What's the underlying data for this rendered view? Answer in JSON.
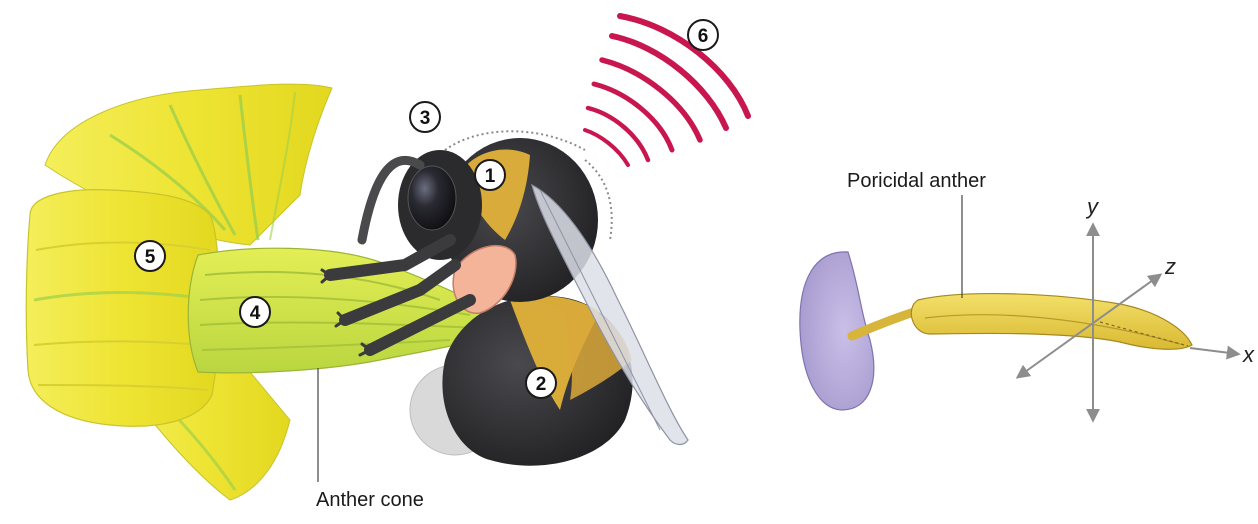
{
  "figure": {
    "markers": [
      "1",
      "2",
      "3",
      "4",
      "5",
      "6"
    ],
    "labels": {
      "anther_cone": "Anther cone",
      "poricidal_anther": "Poricidal anther"
    },
    "axes": {
      "x": "x",
      "y": "y",
      "z": "z"
    }
  },
  "colors": {
    "petal": "#f2ea3a",
    "petal_vein": "#9ed04a",
    "anther_cone": "#d8e845",
    "bee_body": "#2e2e31",
    "bee_band": "#e2b23a",
    "mandible_patch": "#f3b49a",
    "wing": "#c9ccd6",
    "vibration_arcs": "#c8174f",
    "stamen": "#e8cc45",
    "stigma_petal": "#b8addb",
    "axis_arrow": "#8d8d8d"
  }
}
